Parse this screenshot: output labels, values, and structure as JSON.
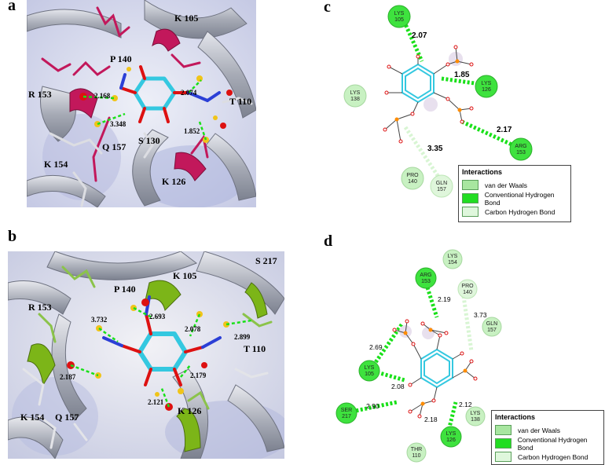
{
  "panels": {
    "a": {
      "label": "a",
      "residues": [
        "K 105",
        "P 140",
        "R 153",
        "T 110",
        "Q 157",
        "S 130",
        "K 154",
        "K 126"
      ],
      "distances": [
        "2.168",
        "2.074",
        "3.348",
        "1.852"
      ]
    },
    "b": {
      "label": "b",
      "residues": [
        "P 140",
        "K 105",
        "S 217",
        "R 153",
        "T 110",
        "K 154",
        "Q 157",
        "K 126"
      ],
      "distances": [
        "2.693",
        "3.732",
        "2.078",
        "2.899",
        "2.187",
        "2.179",
        "2.121"
      ]
    },
    "c": {
      "label": "c",
      "nodes": [
        "LYS\n105",
        "LYS\n138",
        "LYS\n126",
        "ARG\n153",
        "PRO\n140",
        "GLN\n157"
      ],
      "distances": [
        "2.07",
        "1.85",
        "2.17",
        "3.35"
      ]
    },
    "d": {
      "label": "d",
      "nodes": [
        "LYS\n154",
        "ARG\n153",
        "PRO\n140",
        "GLN\n157",
        "LYS\n105",
        "SER\n217",
        "LYS\n138",
        "LYS\n126",
        "THR\n110"
      ],
      "distances": [
        "2.19",
        "3.73",
        "2.69",
        "2.08",
        "2.90",
        "2.18",
        "2.12"
      ]
    }
  },
  "legend": {
    "title": "Interactions",
    "items": [
      {
        "label": "van der Waals",
        "color": "#a8e6a0"
      },
      {
        "label": "Conventional Hydrogen Bond",
        "color": "#22dd22"
      },
      {
        "label": "Carbon Hydrogen Bond",
        "color": "#dff7dc"
      }
    ]
  },
  "colors": {
    "strong": "#19e019",
    "weak": "#b9ecb9",
    "carbon": "#34c8e0",
    "oxygen": "#dd1111",
    "phosphorus": "#ff8c00",
    "ribbon": "#aab0bc",
    "highlight_a": "#c2185b",
    "highlight_b": "#7cb518"
  }
}
